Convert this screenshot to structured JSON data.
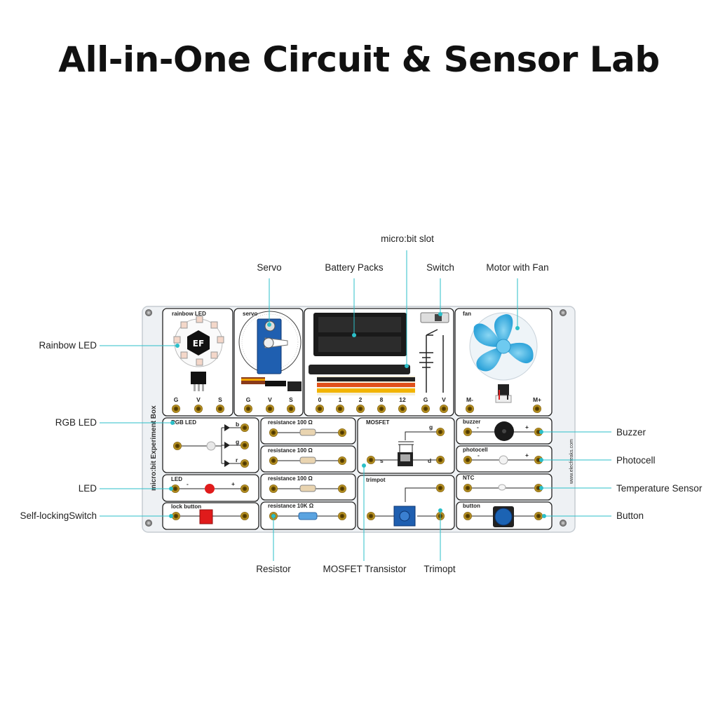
{
  "title": "All-in-One Circuit & Sensor Lab",
  "callouts": {
    "rainbow_led": "Rainbow LED",
    "rgb_led": "RGB LED",
    "led": "LED",
    "self_locking_switch": "Self-lockingSwitch",
    "servo": "Servo",
    "battery_packs": "Battery Packs",
    "microbit_slot": "micro:bit slot",
    "switch": "Switch",
    "motor_with_fan": "Motor with Fan",
    "buzzer": "Buzzer",
    "photocell": "Photocell",
    "temperature_sensor": "Temperature Sensor",
    "button": "Button",
    "resistor": "Resistor",
    "mosfet_transistor": "MOSFET Transistor",
    "trimopt": "Trimopt"
  },
  "board": {
    "side_text": "micro:bit Experiment Box",
    "url_text": "www.elecfreaks.com",
    "panels": {
      "rainbow_led": "rainbow LED",
      "servo": "servo",
      "fan": "fan",
      "rgb_led": "RGB LED",
      "led": "LED",
      "lock_button": "lock button",
      "resistance_1": "resistance 100 Ω",
      "resistance_2": "resistance 100 Ω",
      "resistance_3": "resistance 100 Ω",
      "resistance_4": "resistance 10K Ω",
      "mosfet": "MOSFET",
      "trimpot": "trimpot",
      "buzzer": "buzzer",
      "photocell": "photocell",
      "ntc": "NTC",
      "button": "button"
    },
    "pins": {
      "rainbow": [
        "G",
        "V",
        "S"
      ],
      "servo": [
        "G",
        "V",
        "S"
      ],
      "microbit": [
        "0",
        "1",
        "2",
        "8",
        "12",
        "G",
        "V"
      ],
      "fan": [
        "M-",
        "M+"
      ],
      "rgb": [
        "b",
        "g",
        "r"
      ],
      "mosfet": [
        "g",
        "s",
        "d"
      ],
      "minus": "-",
      "plus": "+"
    },
    "logo": "EF"
  },
  "colors": {
    "accent": "#2bbfc9",
    "fan_blue": "#45b6e6",
    "servo_blue": "#1f5fb0",
    "board_bg": "#f3f5f7",
    "panel_bg": "#ffffff",
    "led_red": "#e01b1b"
  }
}
